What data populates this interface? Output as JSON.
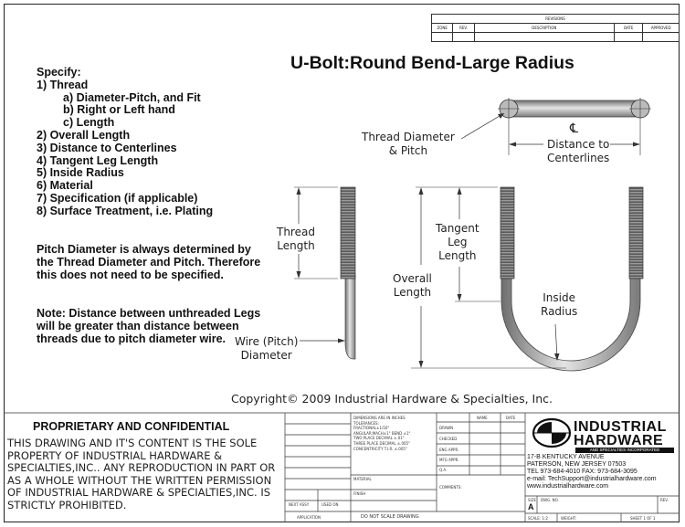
{
  "revision_block": {
    "header": "REVISIONS",
    "columns": [
      "ZONE",
      "REV.",
      "DESCRIPTION",
      "DATE",
      "APPROVED"
    ]
  },
  "title": "U-Bolt:Round Bend-Large Radius",
  "specify": {
    "heading": "Specify:",
    "items": [
      {
        "text": "1) Thread",
        "indent": false
      },
      {
        "text": "a) Diameter-Pitch, and Fit",
        "indent": true
      },
      {
        "text": "b) Right or Left hand",
        "indent": true
      },
      {
        "text": "c) Length",
        "indent": true
      },
      {
        "text": "2) Overall Length",
        "indent": false
      },
      {
        "text": "3) Distance to Centerlines",
        "indent": false
      },
      {
        "text": "4) Tangent Leg Length",
        "indent": false
      },
      {
        "text": "5) Inside Radius",
        "indent": false
      },
      {
        "text": "6) Material",
        "indent": false
      },
      {
        "text": "7) Specification (if applicable)",
        "indent": false
      },
      {
        "text": "8) Surface Treatment, i.e. Plating",
        "indent": false
      }
    ]
  },
  "notes": {
    "pitch": "Pitch Diameter is always determined by the Thread Diameter and Pitch. Therefore this does not need to be specified.",
    "legs": "Note: Distance between unthreaded Legs will be greater than distance between threads due to pitch diameter wire."
  },
  "labels": {
    "thread_diameter": [
      "Thread Diameter",
      "& Pitch"
    ],
    "centerline_symbol": "℄",
    "distance_to": "Distance to",
    "centerlines": "Centerlines",
    "thread_length": [
      "Thread",
      "Length"
    ],
    "tangent_leg_length": [
      "Tangent",
      "Leg",
      "Length"
    ],
    "overall_length": [
      "Overall",
      "Length"
    ],
    "inside_radius": [
      "Inside",
      "Radius"
    ],
    "wire_pitch_diameter": [
      "Wire (Pitch)",
      "Diameter"
    ]
  },
  "copyright": "Copyright© 2009 Industrial Hardware & Specialties, Inc.",
  "proprietary": {
    "heading": "PROPRIETARY AND CONFIDENTIAL",
    "body": "THIS DRAWING AND IT'S CONTENT IS THE SOLE PROPERTY OF INDUSTRIAL HARDWARE & SPECIALTIES,INC.. ANY REPRODUCTION IN PART OR AS A WHOLE WITHOUT THE WRITTEN PERMISSION OF INDUSTRIAL HARDWARE & SPECIALTIES,INC. IS STRICTLY PROHIBITED."
  },
  "title_block": {
    "tolerance_lines": [
      "DIMENSIONS ARE IN INCHES",
      "TOLERANCES:",
      "FRACTIONAL±1/16\"",
      "ANGULAR:MACH±1° BEND ±1°",
      "TWO PLACE DECIMAL ±.01\"",
      "THREE PLACE DECIMAL ±.005\"",
      "CONCENTRICITY T.I.R. ±.005\""
    ],
    "material": "MATERIAL",
    "finish": "FINISH",
    "next_assy": "NEXT ASSY",
    "used_on": "USED ON",
    "application": "APPLICATION",
    "do_not_scale": "DO NOT SCALE DRAWING",
    "rows": [
      "DRAWN",
      "CHECKED",
      "ENG APPR.",
      "MFG APPR.",
      "Q.A.",
      "COMMENTS:"
    ],
    "name_col": "NAME",
    "date_col": "DATE",
    "size_label": "SIZE",
    "size": "A",
    "dwg_no": "DWG. NO.",
    "rev": "REV.",
    "scale": "SCALE: 1:2",
    "weight": "WEIGHT:",
    "sheet": "SHEET 1 OF 1"
  },
  "company": {
    "name_line1": "INDUSTRIAL",
    "name_line2": "HARDWARE",
    "tagline": "AND SPECIALTIES INCORPORATED",
    "address1": "17-B KENTUCKY AVENUE",
    "address2": "PATERSON, NEW JERSEY 07503",
    "phone": "TEL 973-684-4010    FAX: 973-684-3095",
    "email": "e-mail: TechSupport@industrialhardware.com",
    "web": "www.industrialhardware.com"
  }
}
